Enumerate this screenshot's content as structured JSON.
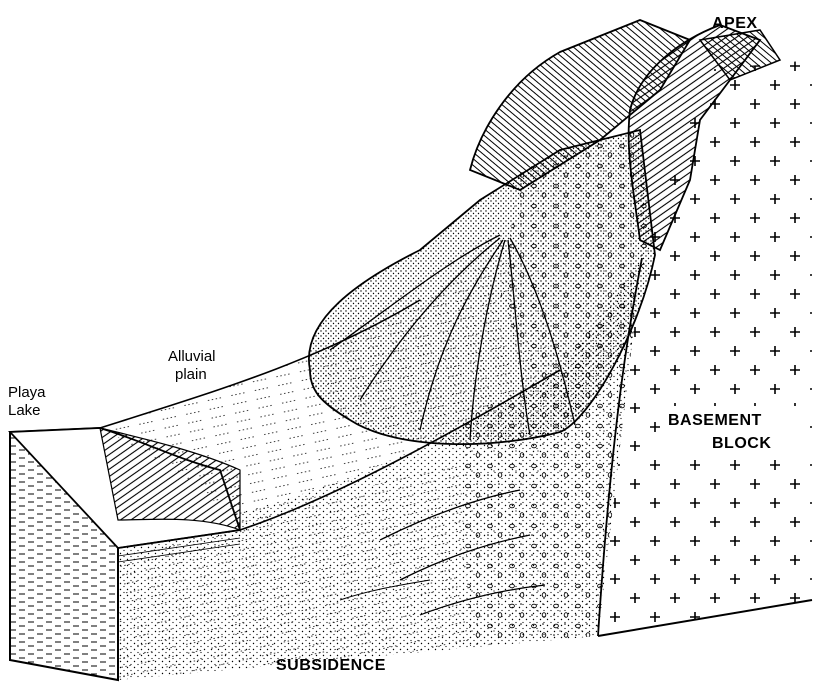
{
  "labels": {
    "apex": "APEX",
    "alluvial_line1": "Alluvial",
    "alluvial_line2": "plain",
    "playa_line1": "Playa",
    "playa_line2": "Lake",
    "basement_line1": "BASEMENT",
    "basement_line2": "BLOCK",
    "subsidence": "SUBSIDENCE"
  }
}
